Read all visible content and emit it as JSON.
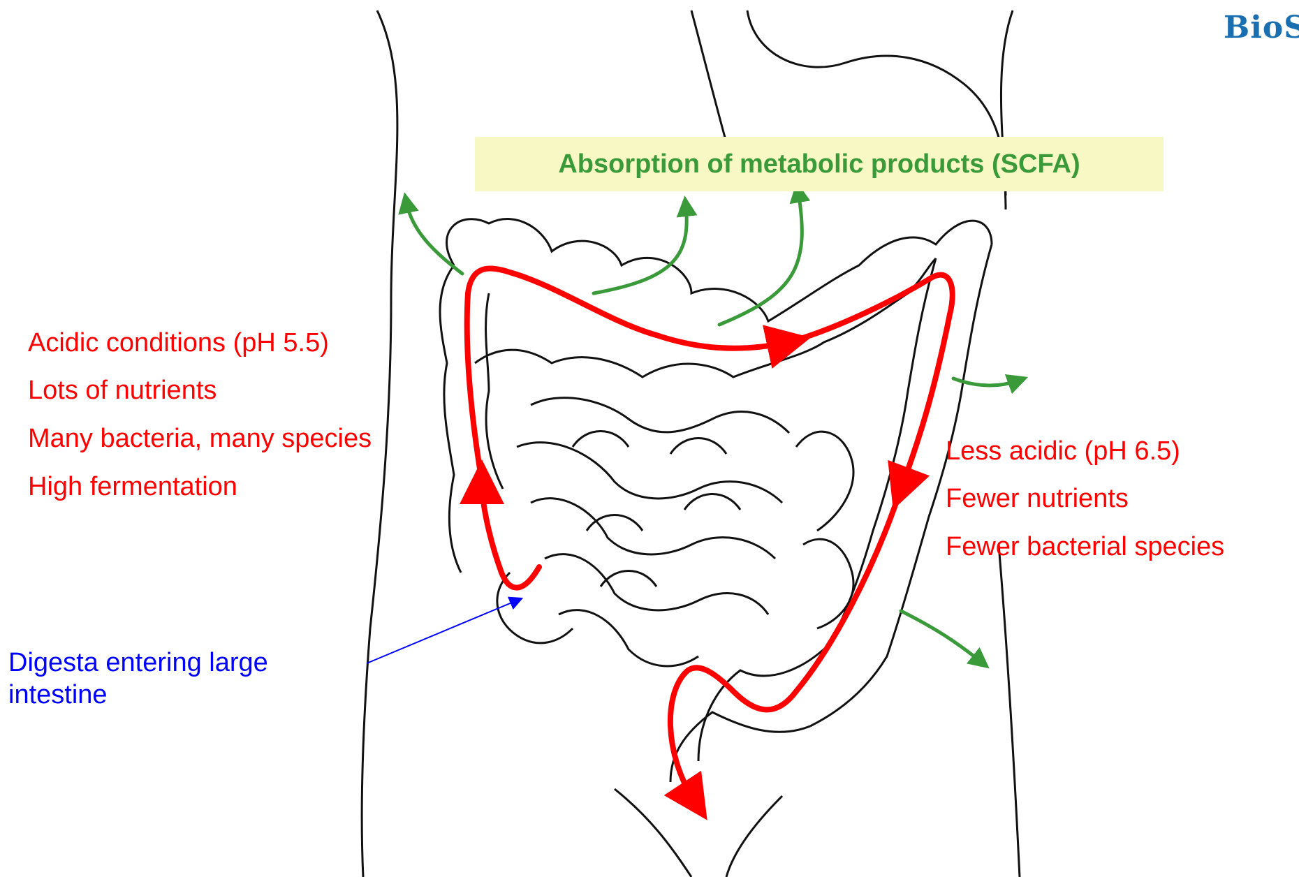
{
  "colors": {
    "label_red": "#ff0000",
    "label_blue": "#0000ff",
    "label_green": "#3a9a3a",
    "box_fill": "#f7f8c4",
    "outline": "#111111",
    "flow_arrow": "#ff0000",
    "absorb_arrow": "#3a9a3a",
    "logo": "#1a6fb0"
  },
  "title": "Absorption of metabolic products (SCFA)",
  "logo": "BioS",
  "proximal_conditions": [
    "Acidic conditions (pH 5.5)",
    "Lots of nutrients",
    "Many bacteria, many species",
    "High fermentation"
  ],
  "distal_conditions": [
    "Less acidic (pH 6.5)",
    "Fewer nutrients",
    "Fewer bacterial species"
  ],
  "entry_label": "Digesta entering large intestine"
}
